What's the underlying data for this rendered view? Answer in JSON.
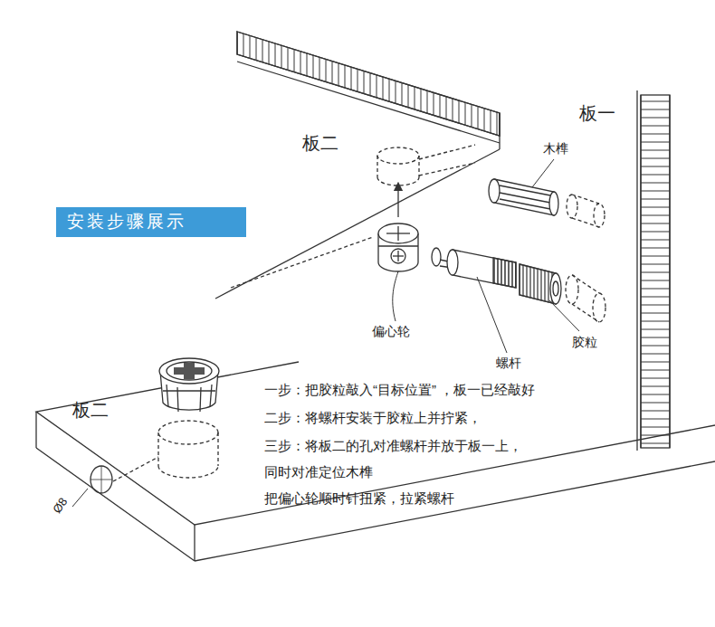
{
  "diagram": {
    "nodes": [
      {
        "text": [
          "安装步骤展示"
        ]
      }
    ],
    "labels": [
      "板二",
      "板一",
      "木榫",
      "偏心轮",
      "胶粒",
      "螺杆",
      "一步：把胶粒敲入“目标位置” ，板一已经敲好",
      "二步：将螺杆安装于胶粒上并拧紧，",
      "三步：将板二的孔对准螺杆并放于板一上，",
      "同时对准定位木榫",
      "把偏心轮顺时针扭紧，拉紧螺杆",
      "板二",
      "Ø8"
    ]
  }
}
